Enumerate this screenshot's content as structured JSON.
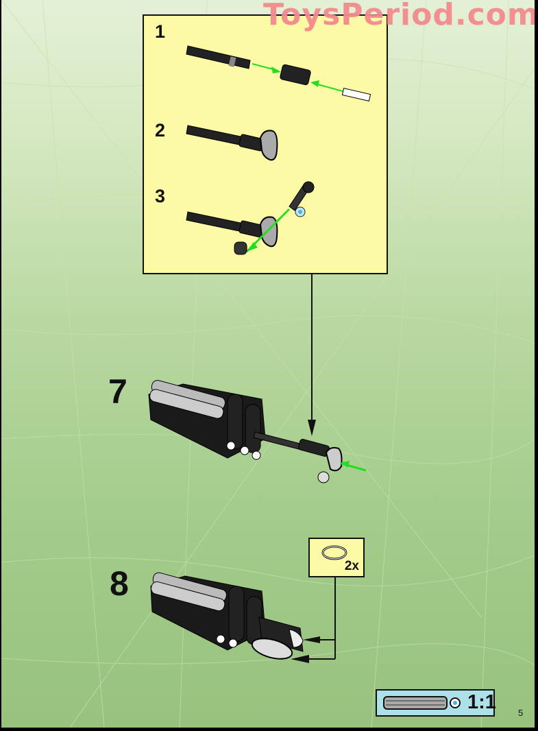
{
  "watermark": "ToysPeriod.com",
  "subassembly": {
    "steps": [
      {
        "number": "1"
      },
      {
        "number": "2"
      },
      {
        "number": "3"
      }
    ]
  },
  "main_steps": [
    {
      "number": "7"
    },
    {
      "number": "8"
    }
  ],
  "parts_callout": {
    "part_icon": "rubber-band-ring-icon",
    "quantity": "2x"
  },
  "scale_reference": {
    "part_icon": "axle-icon",
    "label": "1:1"
  },
  "page_number": "5",
  "colors": {
    "panel_yellow": "#fdfaa6",
    "scale_blue": "#aee0ea",
    "arrow_green": "#22dd22",
    "watermark_pink": "#f58a8e",
    "bg_green_top": "#e4f0d6",
    "bg_green_bottom": "#98c27e"
  }
}
